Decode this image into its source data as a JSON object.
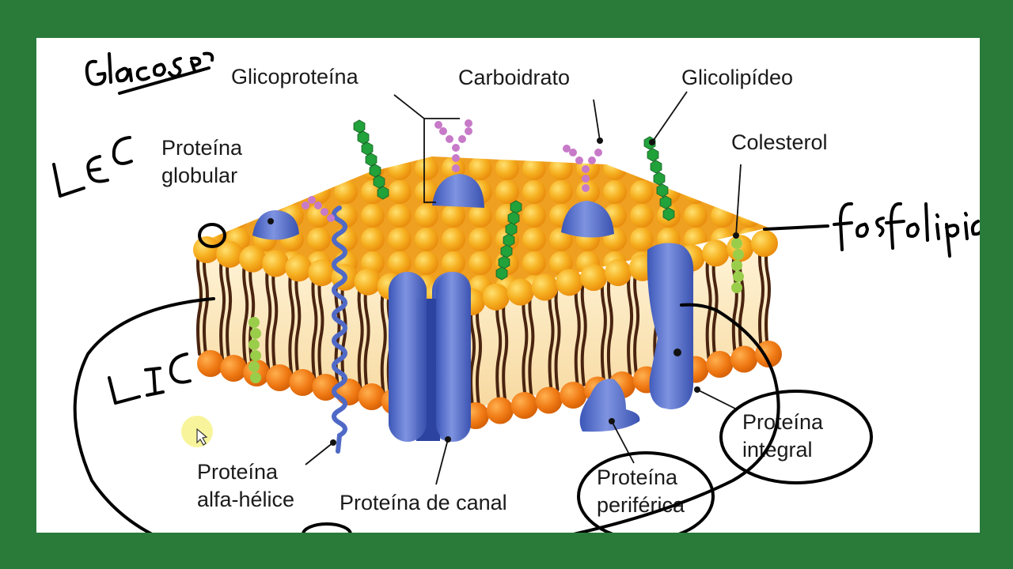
{
  "diagram": {
    "labels": {
      "glicoproteina": "Glicoproteína",
      "carboidrato": "Carboidrato",
      "glicolipideo": "Glicolipídeo",
      "colesterol": "Colesterol",
      "proteina_globular_1": "Proteína",
      "proteina_globular_2": "globular",
      "proteina_alfa_1": "Proteína",
      "proteina_alfa_2": "alfa-hélice",
      "proteina_canal": "Proteína de canal",
      "proteina_periferica_1": "Proteína",
      "proteina_periferica_2": "periférica",
      "proteina_integral_1": "Proteína",
      "proteina_integral_2": "integral"
    },
    "handwriting": {
      "glucose": "Glucose",
      "lec": "LEC",
      "lic": "LIC",
      "fosfolipidos": "fosfolipidos"
    },
    "colors": {
      "frame": "#2a7a3a",
      "head": "#f5a623",
      "head_dark": "#e8780f",
      "tail": "#4a2410",
      "protein": "#4f69c6",
      "sugar_green": "#22a23a",
      "sugar_pink": "#c77ac8",
      "cholesterol": "#9acd4a"
    }
  }
}
